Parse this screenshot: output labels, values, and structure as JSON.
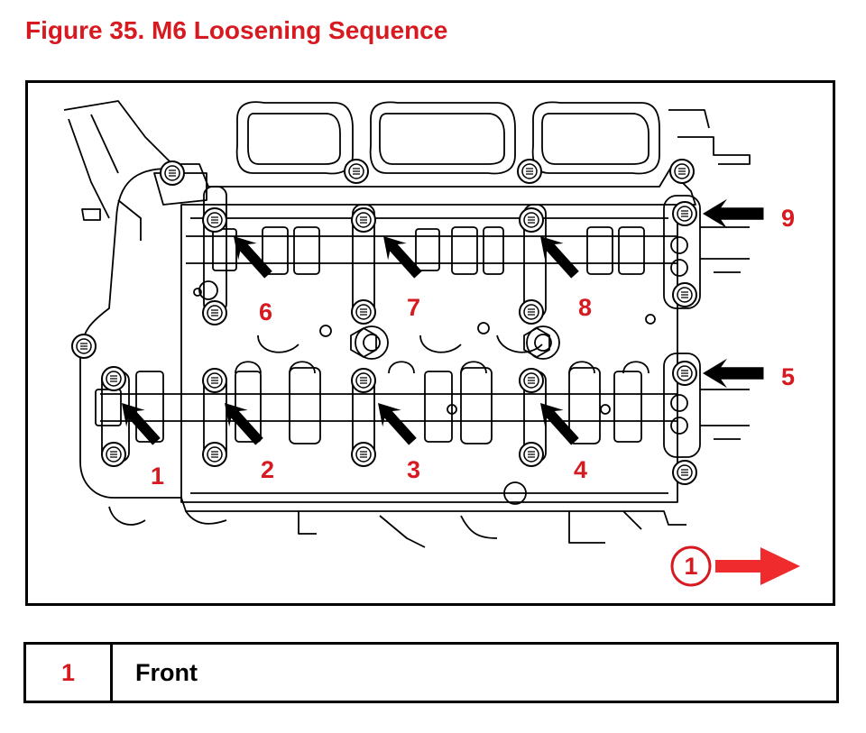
{
  "figure": {
    "title": "Figure 35.  M6 Loosening Sequence",
    "sequence_labels": [
      "1",
      "2",
      "3",
      "4",
      "5",
      "6",
      "7",
      "8",
      "9"
    ],
    "front_marker": "1",
    "accent_color": "#d71920",
    "icons": {
      "pointer": "black-arrow-icon",
      "front_direction": "red-right-arrow-icon",
      "bolt": "bolt-icon"
    }
  },
  "legend": {
    "rows": [
      {
        "key": "1",
        "description": "Front"
      }
    ]
  }
}
